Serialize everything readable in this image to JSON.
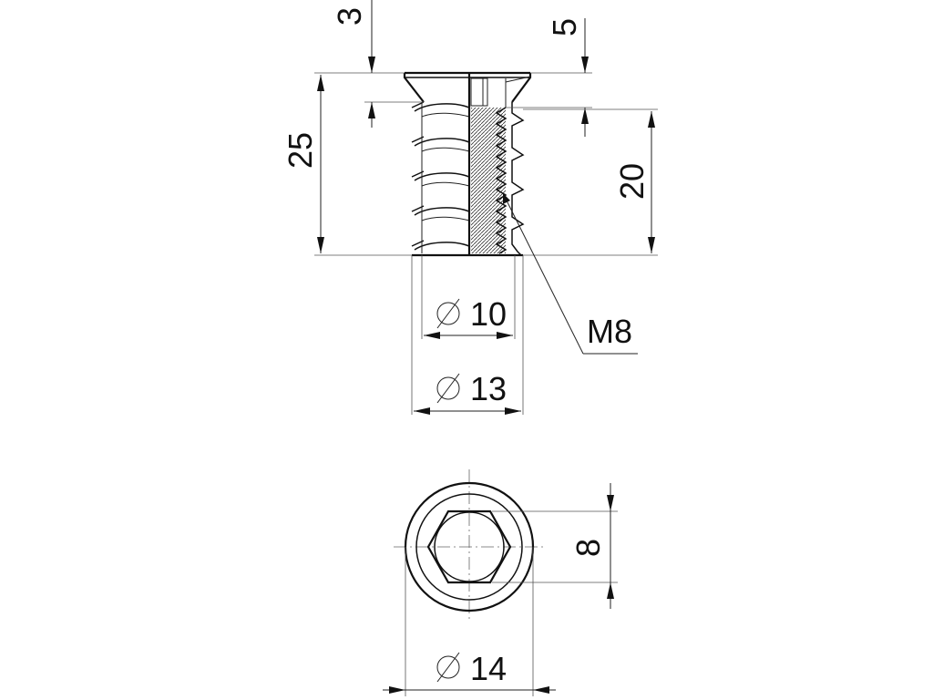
{
  "drawing": {
    "side_view": {
      "dims": {
        "head_height": "3",
        "counterbore_depth": "5",
        "total_length": "25",
        "thread_length": "20",
        "inner_diameter": "10",
        "outer_diameter": "13",
        "thread": "M8"
      },
      "diameter_symbol": "⌀"
    },
    "top_view": {
      "dims": {
        "hex_size": "8",
        "flange_diameter": "14"
      }
    }
  }
}
